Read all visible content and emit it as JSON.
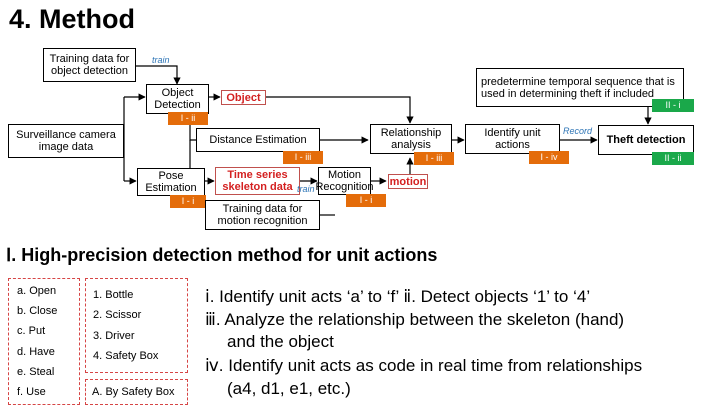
{
  "title": "4. Method",
  "diagram": {
    "training_od": "Training data for object detection",
    "train_label_1": "train",
    "object_detection": "Object Detection",
    "object_label": "Object",
    "surveillance": "Surveillance camera image data",
    "distance": "Distance Estimation",
    "pose": "Pose Estimation",
    "time_series": "Time series skeleton data",
    "train_label_2": "train",
    "motion_recognition": "Motion Recognition",
    "motion_label": "motion",
    "training_mr": "Training data for motion recognition",
    "relationship": "Relationship analysis",
    "identify": "Identify unit actions",
    "record_label": "Record",
    "predetermine": "predetermine temporal sequence that is used in determining theft if included",
    "theft": "Theft detection",
    "tags": {
      "t_od": "I - ii",
      "t_dist": "I - iii",
      "t_rel": "I - iii",
      "t_motion": "I - i",
      "t_pose": "I - i",
      "t_identify": "I - iv",
      "t_pre": "II - i",
      "t_theft": "II - ii"
    },
    "colors": {
      "orange": "#e46c0a",
      "green": "#1aa84a",
      "red": "#d42020",
      "blue": "#2e75b6"
    }
  },
  "section_heading": "Ⅰ. High-precision detection method for unit actions",
  "actions": [
    "a.  Open",
    "b.  Close",
    "c.  Put",
    "d.  Have",
    "e.  Steal",
    "f.  Use"
  ],
  "objects": [
    "1.  Bottle",
    "2.  Scissor",
    "3.  Driver",
    "4.  Safety Box"
  ],
  "object_note": "A.  By Safety Box",
  "descriptions": {
    "line1": "ⅰ. Identify unit acts ‘a’ to ‘f’     ⅱ. Detect objects ‘1’ to ‘4’",
    "line2": "ⅲ. Analyze the relationship between the skeleton (hand)",
    "line3": "and the object",
    "line4": "ⅳ. Identify unit acts as code in real time from relationships",
    "line5": "(a4, d1, e1, etc.)"
  }
}
